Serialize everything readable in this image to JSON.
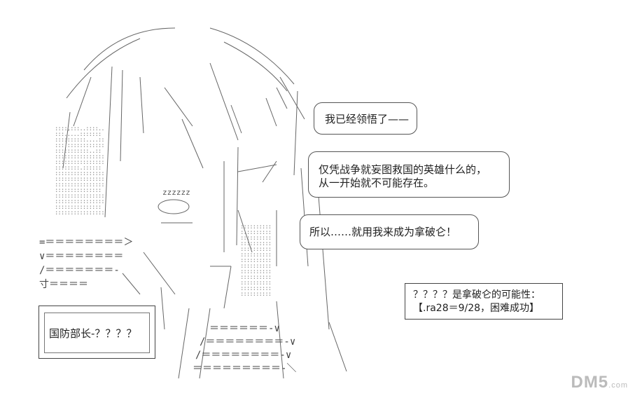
{
  "bubbles": [
    {
      "text": "我已经领悟了——"
    },
    {
      "line1": "仅凭战争就妄图救国的英雄什么的，",
      "line2": "从一开始就不可能存在。"
    },
    {
      "text": "所以……就用我来成为拿破仑！"
    }
  ],
  "caption_box": {
    "line1": "？？？？是拿破仑的可能性：",
    "line2": "【.ra28＝9/28，困难成功】"
  },
  "name_sign": {
    "text": "国防部长-？？？？"
  },
  "art_text": {
    "stripes_left": [
      "=＝＝＝＝＝＝＝＝＞",
      "∨＝＝＝＝＝＝＝＝",
      "/＝＝＝＝＝＝＝-",
      "寸＝＝＝＝"
    ],
    "eye": "zzzzzz",
    "stripes_right": [
      "＝＝＝＝＝＝-∨",
      "/＝＝＝＝＝＝＝＝-∨",
      "/＝＝＝＝＝＝＝＝-∨",
      "＝＝＝＝＝＝＝＝＝-＼"
    ]
  },
  "watermark": {
    "main": "DM5",
    "sub": ".com"
  }
}
